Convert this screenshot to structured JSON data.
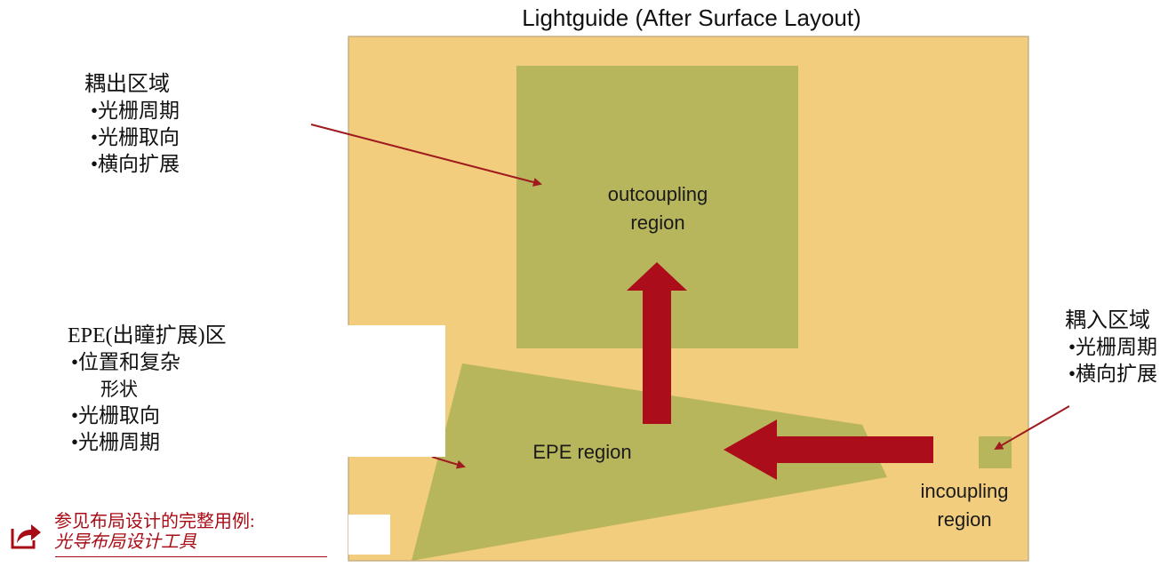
{
  "title": "Lightguide (After Surface Layout)",
  "regions": {
    "outcoupling": [
      "outcoupling",
      "region"
    ],
    "epe": [
      "EPE region"
    ],
    "incoupling": [
      "incoupling",
      "region"
    ]
  },
  "annotations": {
    "outcoupling": {
      "heading": "耦出区域",
      "items": [
        "•光栅周期",
        "•光栅取向",
        "•横向扩展"
      ]
    },
    "epe": {
      "heading": "EPE(出瞳扩展)区",
      "items": [
        "•位置和复杂",
        "形状",
        "•光栅取向",
        "•光栅周期"
      ]
    },
    "incoupling": {
      "heading": "耦入区域",
      "items": [
        "•光栅周期",
        "•横向扩展"
      ]
    }
  },
  "link": {
    "prefix": "参见布局设计的完整用例:",
    "text": "光导布局设计工具"
  },
  "colors": {
    "lightguide": "#f2cd7d",
    "region": "#b8b65c",
    "flow_arrow": "#ac0d1a",
    "pointer_arrow": "#9e1b20",
    "link": "#a80c16"
  },
  "icons": [
    "share-arrow-icon"
  ]
}
